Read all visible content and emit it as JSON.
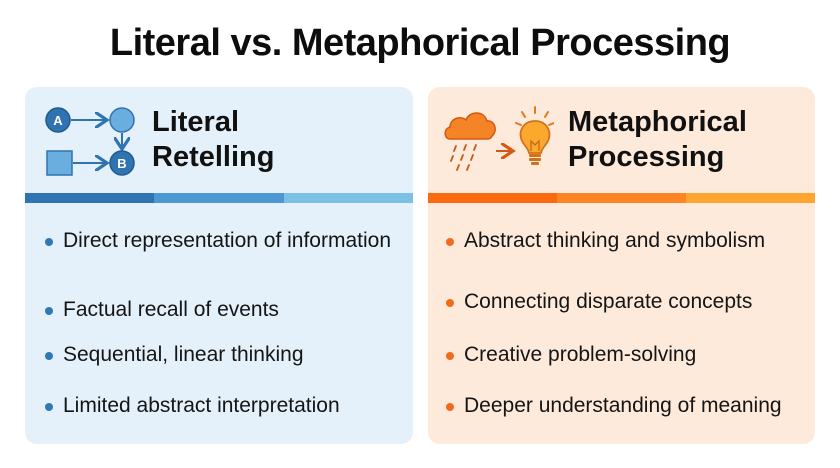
{
  "title": "Literal vs. Metaphorical Processing",
  "colors": {
    "left_panel_bg": "#e4f0fa",
    "right_panel_bg": "#fdeadb",
    "left_accent": "#2f78b5",
    "right_accent": "#f26a1b",
    "left_bar": [
      "#2f73b0",
      "#4d98d0",
      "#7cc0e6"
    ],
    "right_bar": [
      "#fb6a10",
      "#fd8424",
      "#fea52f"
    ]
  },
  "panels": [
    {
      "id": "literal",
      "heading_line1": "Literal",
      "heading_line2": "Retelling",
      "icon": "flow-diagram-icon",
      "icon_labels": [
        "A",
        "B"
      ],
      "items": [
        "Direct representation of information",
        "Factual recall of events",
        "Sequential, linear thinking",
        "Limited abstract interpretation"
      ]
    },
    {
      "id": "metaphorical",
      "heading_line1": "Metaphorical",
      "heading_line2": "Processing",
      "icon": "cloud-to-lightbulb-icon",
      "items": [
        "Abstract thinking and symbolism",
        "Connecting disparate concepts",
        "Creative problem-solving",
        "Deeper understanding of meaning"
      ]
    }
  ]
}
